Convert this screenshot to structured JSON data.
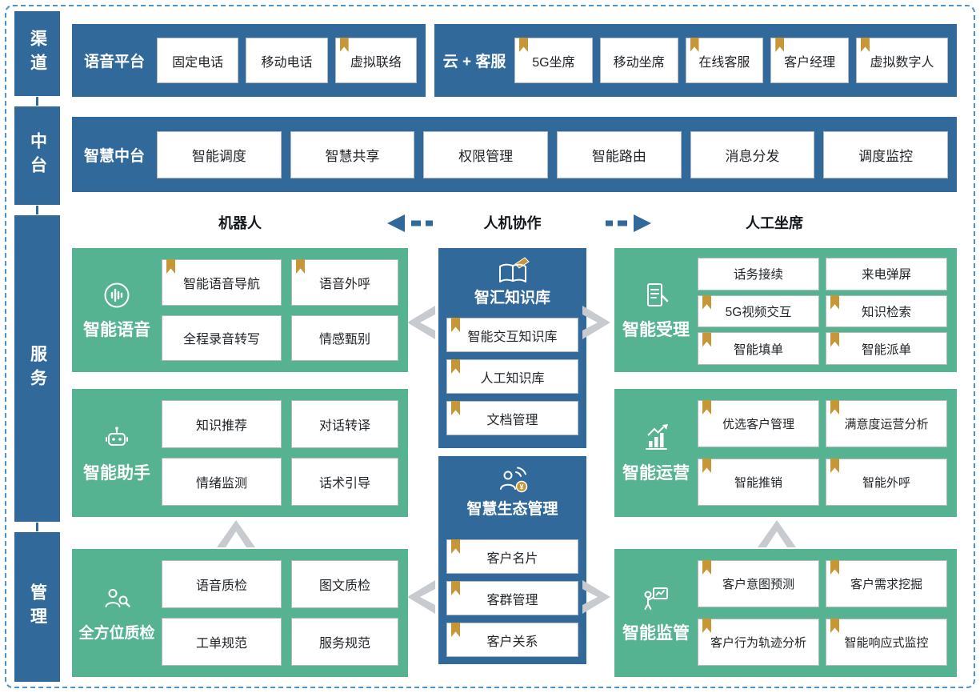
{
  "colors": {
    "blue": "#30699a",
    "green": "#55b392",
    "gold": "#c79737",
    "cell-border": "#b5b9bd",
    "chevron": "#c7cbcf",
    "frame": "#4e92cc",
    "text": "#212529"
  },
  "sidebar": {
    "items": [
      {
        "label": "渠道"
      },
      {
        "label": "中台"
      },
      {
        "label": "服务"
      },
      {
        "label": "管理"
      }
    ]
  },
  "channels": {
    "voice_platform": {
      "title": "语音平台",
      "cells": [
        {
          "label": "固定电话",
          "bookmark": false
        },
        {
          "label": "移动电话",
          "bookmark": false
        },
        {
          "label": "虚拟联络",
          "bookmark": true
        }
      ]
    },
    "cloud_service": {
      "title": "云 + 客服",
      "cells": [
        {
          "label": "5G坐席",
          "bookmark": true
        },
        {
          "label": "移动坐席",
          "bookmark": false
        },
        {
          "label": "在线客服",
          "bookmark": true
        },
        {
          "label": "客户经理",
          "bookmark": true
        },
        {
          "label": "虚拟数字人",
          "bookmark": true
        }
      ]
    }
  },
  "middle_platform": {
    "title": "智慧中台",
    "cells": [
      {
        "label": "智能调度"
      },
      {
        "label": "智慧共享"
      },
      {
        "label": "权限管理"
      },
      {
        "label": "智能路由"
      },
      {
        "label": "消息分发"
      },
      {
        "label": "调度监控"
      }
    ]
  },
  "collaboration_header": {
    "left": "机器人",
    "center": "人机协作",
    "right": "人工坐席"
  },
  "robot_column": {
    "voice": {
      "title": "智能语音",
      "cells": [
        {
          "label": "智能语音导航",
          "bookmark": true
        },
        {
          "label": "语音外呼",
          "bookmark": true
        },
        {
          "label": "全程录音转写",
          "bookmark": false
        },
        {
          "label": "情感甄别",
          "bookmark": false
        }
      ]
    },
    "assistant": {
      "title": "智能助手",
      "cells": [
        {
          "label": "知识推荐",
          "bookmark": false
        },
        {
          "label": "对话转译",
          "bookmark": false
        },
        {
          "label": "情绪监测",
          "bookmark": false
        },
        {
          "label": "话术引导",
          "bookmark": false
        }
      ]
    },
    "quality": {
      "title": "全方位质检",
      "cells": [
        {
          "label": "语音质检",
          "bookmark": false
        },
        {
          "label": "图文质检",
          "bookmark": false
        },
        {
          "label": "工单规范",
          "bookmark": false
        },
        {
          "label": "服务规范",
          "bookmark": false
        }
      ]
    }
  },
  "center_column": {
    "knowledge": {
      "title": "智汇知识库",
      "cells": [
        {
          "label": "智能交互知识库",
          "bookmark": true
        },
        {
          "label": "人工知识库",
          "bookmark": true
        },
        {
          "label": "文档管理",
          "bookmark": true
        }
      ]
    },
    "ecosystem": {
      "title": "智慧生态管理",
      "cells": [
        {
          "label": "客户名片",
          "bookmark": true
        },
        {
          "label": "客群管理",
          "bookmark": true
        },
        {
          "label": "客户关系",
          "bookmark": true
        }
      ]
    }
  },
  "agent_column": {
    "acceptance": {
      "title": "智能受理",
      "cells": [
        {
          "label": "话务接续",
          "bookmark": false
        },
        {
          "label": "来电弹屏",
          "bookmark": false
        },
        {
          "label": "5G视频交互",
          "bookmark": true
        },
        {
          "label": "知识检索",
          "bookmark": true
        },
        {
          "label": "智能填单",
          "bookmark": true
        },
        {
          "label": "智能派单",
          "bookmark": true
        }
      ]
    },
    "operations": {
      "title": "智能运营",
      "cells": [
        {
          "label": "优选客户管理",
          "bookmark": true
        },
        {
          "label": "满意度运营分析",
          "bookmark": true
        },
        {
          "label": "智能推销",
          "bookmark": true
        },
        {
          "label": "智能外呼",
          "bookmark": true
        }
      ]
    },
    "supervision": {
      "title": "智能监管",
      "cells": [
        {
          "label": "客户意图预测",
          "bookmark": true
        },
        {
          "label": "客户需求挖掘",
          "bookmark": true
        },
        {
          "label": "客户行为轨迹分析",
          "bookmark": true
        },
        {
          "label": "智能响应式监控",
          "bookmark": true
        }
      ]
    }
  }
}
